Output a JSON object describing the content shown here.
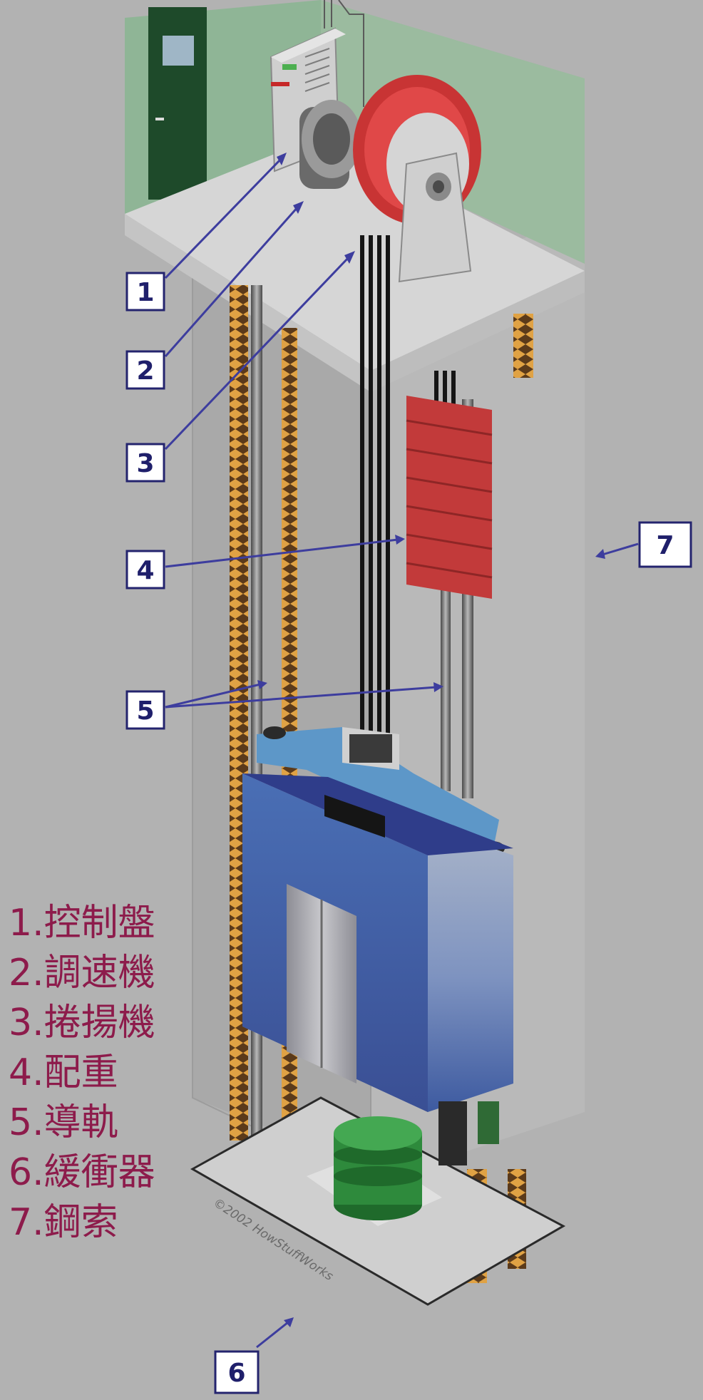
{
  "callouts": [
    {
      "num": "1"
    },
    {
      "num": "2"
    },
    {
      "num": "3"
    },
    {
      "num": "4"
    },
    {
      "num": "5"
    },
    {
      "num": "6"
    },
    {
      "num": "7"
    }
  ],
  "legend": [
    {
      "text": "1.控制盤"
    },
    {
      "text": "2.調速機"
    },
    {
      "text": "3.捲揚機"
    },
    {
      "text": "4.配重"
    },
    {
      "text": "5.導軌"
    },
    {
      "text": "6.緩衝器"
    },
    {
      "text": "7.鋼索"
    }
  ],
  "copyright": "©2002 HowStuffWorks",
  "colors": {
    "background": "#b2b2b2",
    "machine_room_wall": "#8fb596",
    "counterweight": "#c23a3a",
    "sheave": "#c83434",
    "cab": "#3f5fa5",
    "cab_top": "#5d97c8",
    "buffer": "#2e8a3c",
    "rail_teeth": "#d99a3a",
    "callout_stroke": "#24246e",
    "legend_text": "#8d1b4b"
  }
}
